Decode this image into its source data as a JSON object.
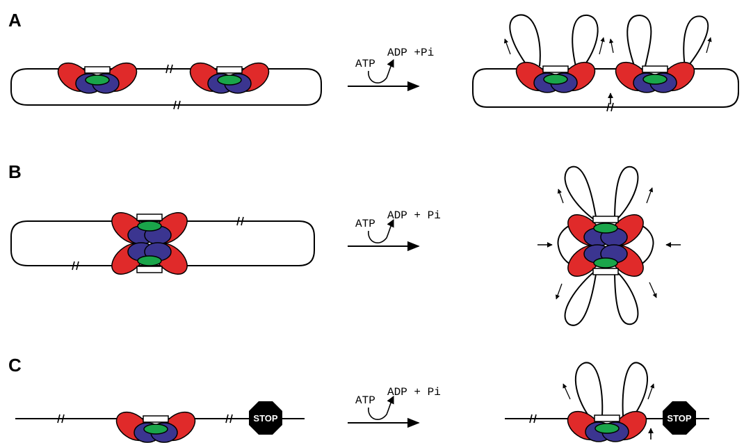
{
  "panels": [
    {
      "label": "A",
      "atp": "ATP",
      "products": "ADP +Pi"
    },
    {
      "label": "B",
      "atp": "ATP",
      "products": "ADP + Pi"
    },
    {
      "label": "C",
      "atp": "ATP",
      "products": "ADP + Pi"
    }
  ],
  "stop_sign": {
    "text": "STOP"
  },
  "colors": {
    "red_subunit": "#e02a2a",
    "blue_subunit": "#3b3590",
    "green_subunit": "#1aa54a",
    "dna": "#000000",
    "stop_sign": "#000000"
  }
}
